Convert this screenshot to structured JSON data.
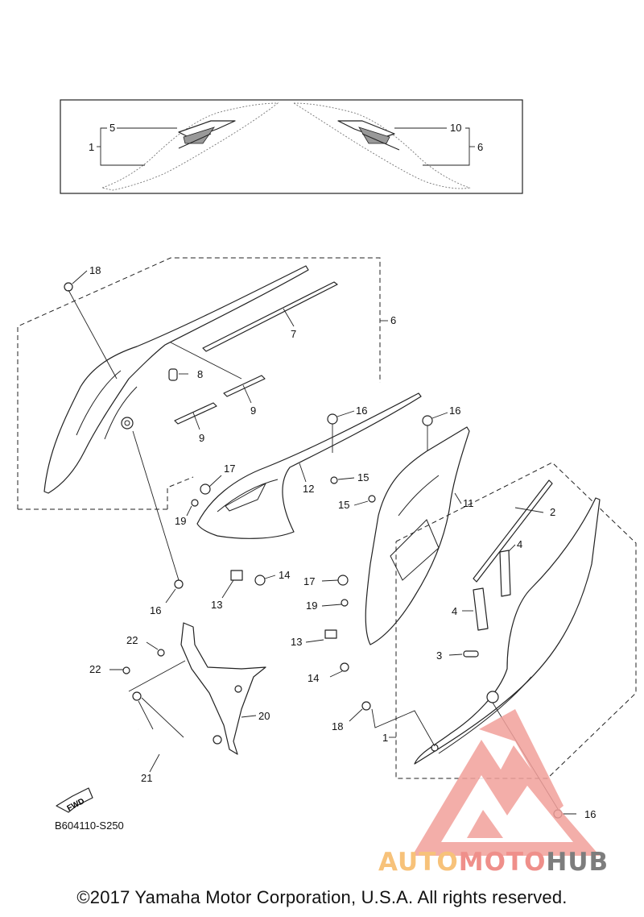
{
  "diagram_code": "B604110-S250",
  "copyright": "©2017 Yamaha Motor Corporation, U.S.A. All rights reserved.",
  "fwd_label": "FWD",
  "watermark": {
    "part1": "AUTO",
    "part2": "MOTO",
    "part3": "HUB"
  },
  "callouts": {
    "c1a": "1",
    "c5": "5",
    "c10": "10",
    "c6a": "6",
    "c18a": "18",
    "c7": "7",
    "c6b": "6",
    "c8": "8",
    "c9a": "9",
    "c9b": "9",
    "c16a": "16",
    "c16b": "16",
    "c17a": "17",
    "c12": "12",
    "c15a": "15",
    "c15b": "15",
    "c11": "11",
    "c19a": "19",
    "c2": "2",
    "c4a": "4",
    "c14a": "14",
    "c13a": "13",
    "c16c": "16",
    "c17b": "17",
    "c4b": "4",
    "c19b": "19",
    "c13b": "13",
    "c22a": "22",
    "c3": "3",
    "c22b": "22",
    "c14b": "14",
    "c20": "20",
    "c18b": "18",
    "c1b": "1",
    "c21": "21",
    "c16d": "16"
  }
}
